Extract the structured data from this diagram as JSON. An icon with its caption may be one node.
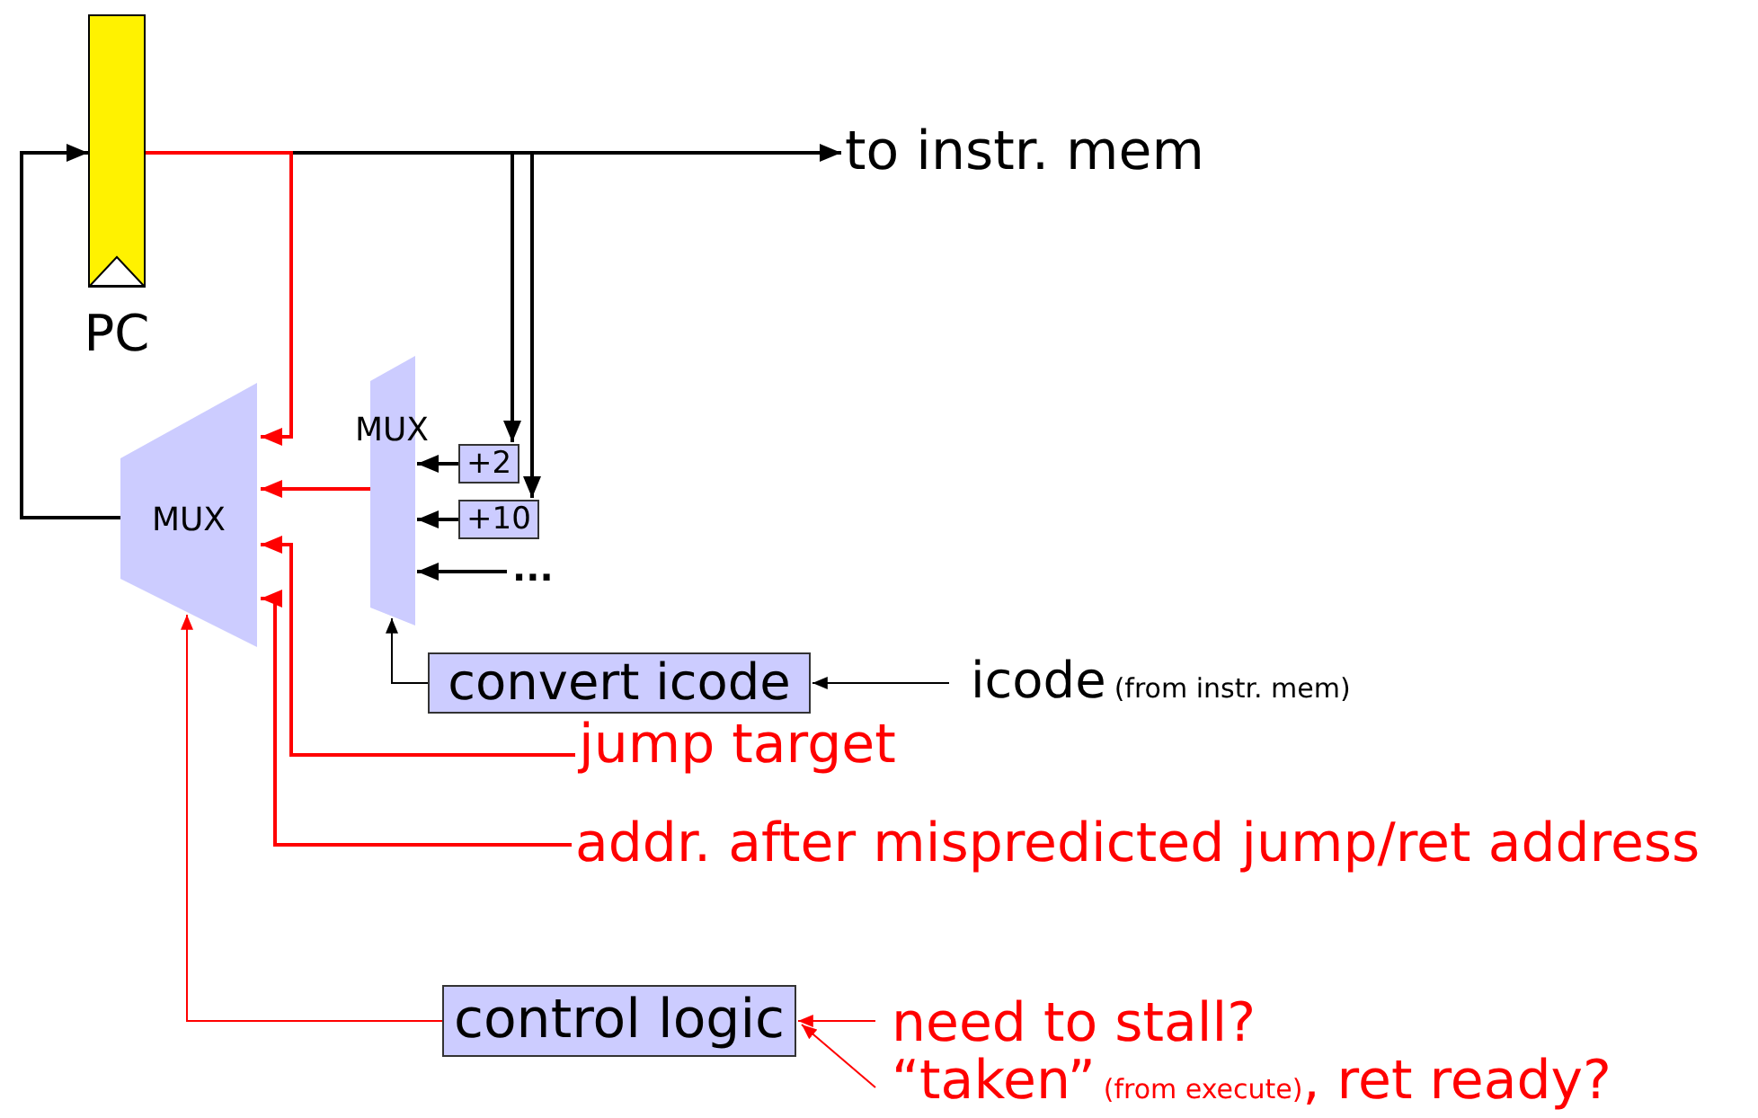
{
  "diagram": {
    "nodes": [
      {
        "text": [
          "PC"
        ]
      },
      {
        "text": [
          "MUX"
        ]
      },
      {
        "text": [
          "MUX"
        ]
      },
      {
        "text": [
          "+2"
        ]
      },
      {
        "text": [
          "+10"
        ]
      },
      {
        "text": [
          "..."
        ]
      },
      {
        "text": [
          "to instr. mem"
        ]
      },
      {
        "text": [
          "convert icode"
        ]
      },
      {
        "text": [
          "icode",
          "(from instr. mem)"
        ]
      },
      {
        "text": [
          "jump target"
        ]
      },
      {
        "text": [
          "addr. after mispredicted jump/ret address"
        ]
      },
      {
        "text": [
          "control logic"
        ]
      },
      {
        "text": [
          "need to stall?"
        ]
      },
      {
        "text": [
          "“taken”",
          "(from execute)",
          ", ret ready?"
        ]
      }
    ],
    "edges": [
      {
        "from": 0,
        "to": 6,
        "arrow": "to"
      },
      {
        "from": 0,
        "to": 1,
        "arrow": "to",
        "color": "#ff0000"
      },
      {
        "from": 0,
        "to": 3,
        "arrow": "to"
      },
      {
        "from": 0,
        "to": 4,
        "arrow": "to"
      },
      {
        "from": 1,
        "to": 0,
        "arrow": "to"
      },
      {
        "from": 2,
        "to": 1,
        "arrow": "to",
        "color": "#ff0000"
      },
      {
        "from": 3,
        "to": 2,
        "arrow": "to"
      },
      {
        "from": 4,
        "to": 2,
        "arrow": "to"
      },
      {
        "from": 5,
        "to": 2,
        "arrow": "to"
      },
      {
        "from": 7,
        "to": 2,
        "arrow": "to"
      },
      {
        "from": 8,
        "to": 7,
        "arrow": "to"
      },
      {
        "from": 9,
        "to": 1,
        "arrow": "to",
        "color": "#ff0000"
      },
      {
        "from": 10,
        "to": 1,
        "arrow": "to",
        "color": "#ff0000"
      },
      {
        "from": 11,
        "to": 1,
        "arrow": "to",
        "color": "#ff0000"
      },
      {
        "from": 12,
        "to": 11,
        "arrow": "to",
        "color": "#ff0000"
      },
      {
        "from": 13,
        "to": 11,
        "arrow": "to",
        "color": "#ff0000"
      }
    ]
  }
}
